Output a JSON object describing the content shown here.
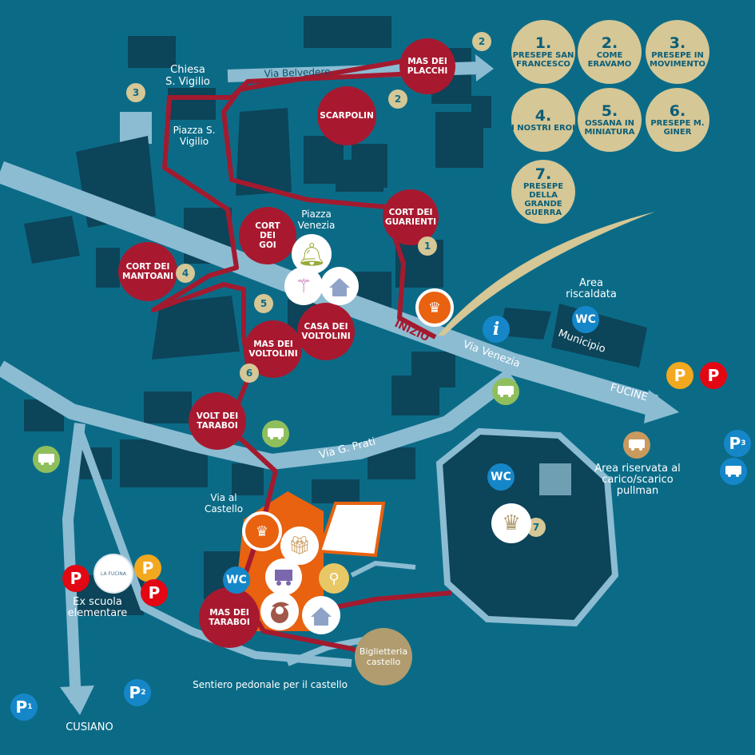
{
  "stops": {
    "mas_dei_placchi": "MAS DEI PLACCHI",
    "scarpolin": "SCARPOLIN",
    "cort_dei_guarienti": "CORT DEI GUARIENTI",
    "cort_dei_goi": "CORT DEI GOI",
    "cort_dei_mantoani": "CORT DEI MANTOANI",
    "casa_dei_voltolini": "CASA DEI VOLTOLINI",
    "mas_dei_voltolini": "MAS DEI VOLTOLINI",
    "volt_dei_taraboi": "VOLT DEI TARABOI",
    "mas_dei_taraboi": "MAS DEI TARABOI"
  },
  "numbers": [
    "1",
    "2",
    "2",
    "3",
    "4",
    "5",
    "6",
    "7"
  ],
  "legend": [
    {
      "n": "1.",
      "t": "PRESEPE SAN FRANCESCO"
    },
    {
      "n": "2.",
      "t": "COME ERAVAMO"
    },
    {
      "n": "3.",
      "t": "PRESEPE IN MOVIMENTO"
    },
    {
      "n": "4.",
      "t": "I NOSTRI EROI"
    },
    {
      "n": "5.",
      "t": "OSSANA IN MINIATURA"
    },
    {
      "n": "6.",
      "t": "PRESEPE M. GINER"
    },
    {
      "n": "7.",
      "t": "PRESEPE DELLA GRANDE GUERRA"
    }
  ],
  "labels": {
    "chiesa": "Chiesa S. Vigilio",
    "via_belvedere": "Via Belvedere",
    "piazza_vigilio": "Piazza S. Vigilio",
    "piazza_venezia": "Piazza Venezia",
    "area_riscaldata": "Area riscaldata",
    "municipio": "Municipio",
    "via_venezia": "Via Venezia",
    "fucine": "FUCINE",
    "via_prati": "Via G. Prati",
    "via_castello": "Via al Castello",
    "area_pullman": "Area riservata al carico/scarico pullman",
    "ex_scuola": "Ex scuola elementare",
    "sentiero": "Sentiero pedonale per il castello",
    "cusiano": "CUSIANO",
    "inizio": "INIZIO",
    "biglietteria": "Biglietteria castello",
    "wc": "WC",
    "info": "i",
    "parking": "P",
    "p1": "1",
    "p2": "2",
    "p3": "3",
    "logo": "LA FUCINA"
  },
  "colors": {
    "background": "#0b6b87",
    "building": "#0c4459",
    "road": "#8cbcd2",
    "route": "#a31a2f",
    "stop": "#a8192f",
    "legend": "#d5c796",
    "wc": "#1587c9",
    "orange": "#e8620f"
  }
}
